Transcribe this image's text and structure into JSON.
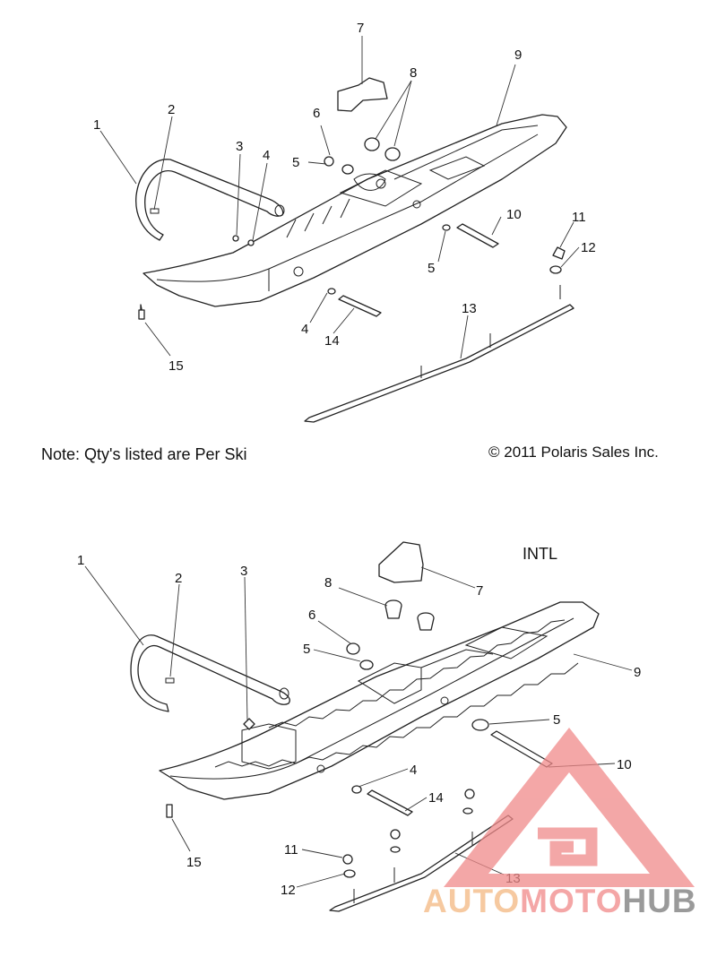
{
  "note": "Note: Qty's listed are Per Ski",
  "copyright": "© 2011 Polaris Sales Inc.",
  "intl_label": "INTL",
  "top_callouts": [
    {
      "id": "1",
      "label": "1"
    },
    {
      "id": "2",
      "label": "2"
    },
    {
      "id": "3",
      "label": "3"
    },
    {
      "id": "4a",
      "label": "4"
    },
    {
      "id": "5a",
      "label": "5"
    },
    {
      "id": "6",
      "label": "6"
    },
    {
      "id": "7",
      "label": "7"
    },
    {
      "id": "8",
      "label": "8"
    },
    {
      "id": "9",
      "label": "9"
    },
    {
      "id": "10",
      "label": "10"
    },
    {
      "id": "11",
      "label": "11"
    },
    {
      "id": "12",
      "label": "12"
    },
    {
      "id": "5b",
      "label": "5"
    },
    {
      "id": "13",
      "label": "13"
    },
    {
      "id": "4b",
      "label": "4"
    },
    {
      "id": "14",
      "label": "14"
    },
    {
      "id": "15",
      "label": "15"
    }
  ],
  "bottom_callouts": [
    {
      "id": "1",
      "label": "1"
    },
    {
      "id": "2",
      "label": "2"
    },
    {
      "id": "3",
      "label": "3"
    },
    {
      "id": "8",
      "label": "8"
    },
    {
      "id": "7",
      "label": "7"
    },
    {
      "id": "6",
      "label": "6"
    },
    {
      "id": "5a",
      "label": "5"
    },
    {
      "id": "9",
      "label": "9"
    },
    {
      "id": "5b",
      "label": "5"
    },
    {
      "id": "10",
      "label": "10"
    },
    {
      "id": "4",
      "label": "4"
    },
    {
      "id": "14",
      "label": "14"
    },
    {
      "id": "15",
      "label": "15"
    },
    {
      "id": "11",
      "label": "11"
    },
    {
      "id": "13",
      "label": "13"
    },
    {
      "id": "12",
      "label": "12"
    }
  ],
  "watermark": {
    "part1": "AUTO",
    "part2": "MOTO",
    "part3": "HUB",
    "colors": {
      "triangle": "#f08a8a",
      "auto": "#f6c9a0",
      "moto": "#f4a6a6",
      "hub": "#9a9a9a"
    }
  }
}
